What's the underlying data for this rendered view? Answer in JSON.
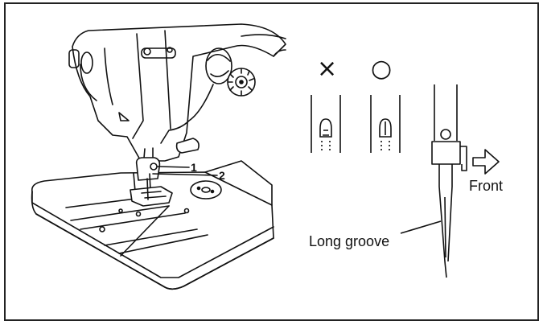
{
  "diagram": {
    "callouts": [
      {
        "id": "1",
        "text": "1"
      },
      {
        "id": "2",
        "text": "2"
      }
    ],
    "incorrect_mark": "×",
    "correct_mark": "○",
    "direction_label": "Front",
    "groove_label": "Long groove"
  }
}
